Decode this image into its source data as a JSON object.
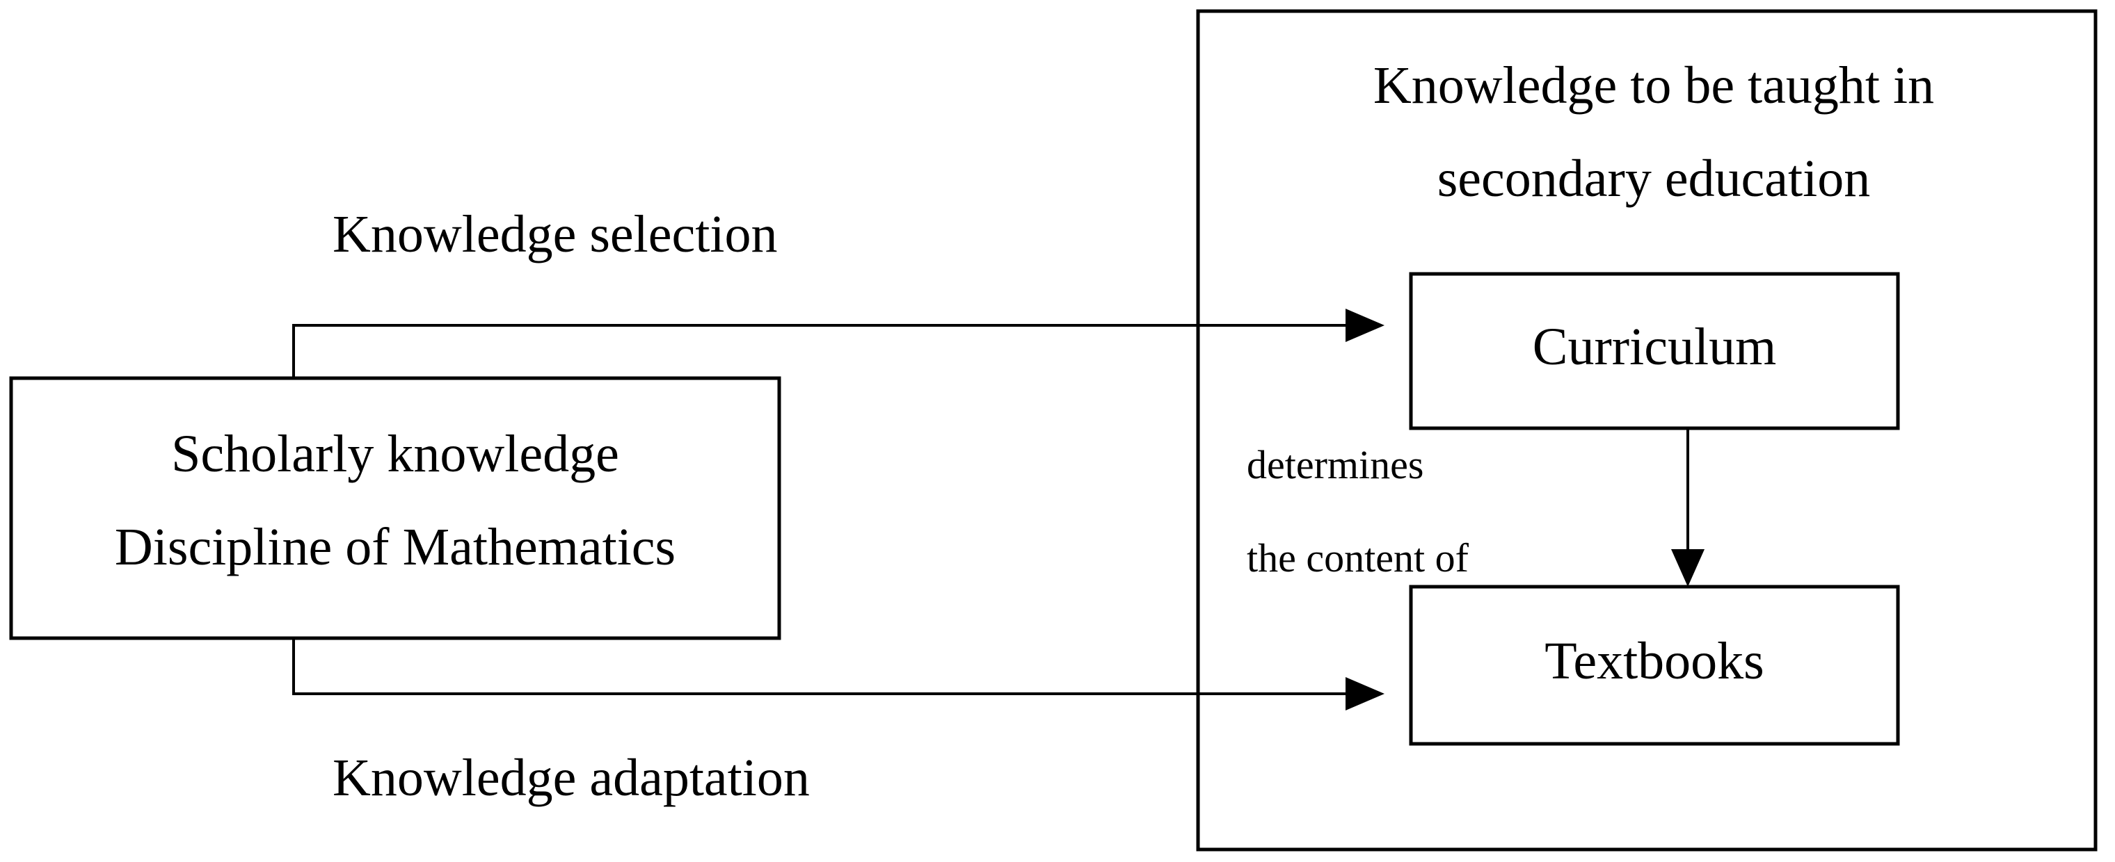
{
  "outer_box": {
    "title_line1": "Knowledge to be taught in",
    "title_line2": "secondary education"
  },
  "source_box": {
    "line1": "Scholarly knowledge",
    "line2": "Discipline of Mathematics"
  },
  "curriculum_box": {
    "label": "Curriculum"
  },
  "textbooks_box": {
    "label": "Textbooks"
  },
  "arrows": {
    "selection_label": "Knowledge selection",
    "adaptation_label": "Knowledge adaptation",
    "determines_line1": "determines",
    "determines_line2": "the content of"
  },
  "colors": {
    "stroke": "#000000",
    "background": "#ffffff"
  }
}
